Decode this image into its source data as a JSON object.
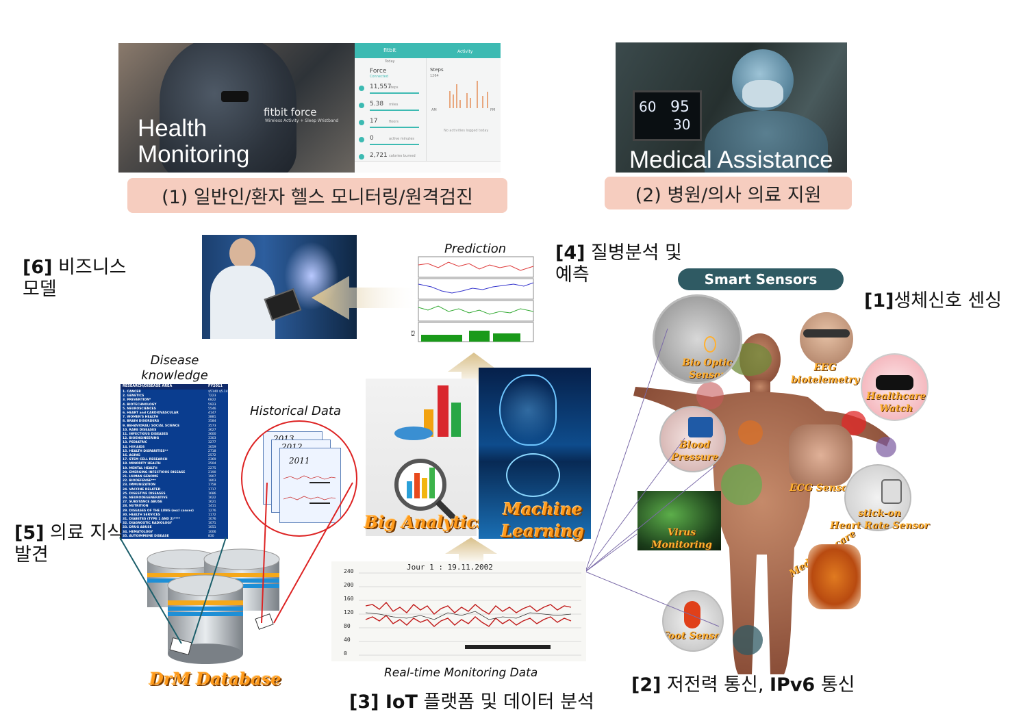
{
  "health_monitoring": {
    "caption": "Health\nMonitoring",
    "brand": "fitbit force",
    "brand_sub": "Wireless Activity + Sleep Wristband",
    "app": {
      "title": "fitbit",
      "tab_today": "Today",
      "tab_activity": "Activity",
      "device": "Force",
      "device_status": "Connected",
      "stats": [
        {
          "value": "11,557",
          "unit": "steps"
        },
        {
          "value": "5.38",
          "unit": "miles"
        },
        {
          "value": "17",
          "unit": "floors"
        },
        {
          "value": "0",
          "unit": "active minutes"
        },
        {
          "value": "2,721",
          "unit": "calories burned"
        }
      ],
      "steps_label": "Steps",
      "steps_value": "1264",
      "chart_am": "AM",
      "chart_pm": "PM",
      "no_activities": "No activities logged today"
    }
  },
  "medical_assistance": {
    "caption": "Medical Assistance",
    "monitor_values": [
      "60",
      "95",
      "30"
    ]
  },
  "pill_1": "(1) 일반인/환자  헬스 모니터링/원격검진",
  "pill_2": "(2) 병원/의사 의료 지원",
  "label_6": {
    "num": "[6]",
    "text": " 비즈니스\n모델"
  },
  "label_4": {
    "num": "[4]",
    "text": " 질병분석 및\n예측"
  },
  "label_1": {
    "num": "[1]",
    "text": "생체신호 센싱"
  },
  "label_5": {
    "num": "[5]",
    "text": " 의료 지식\n발견"
  },
  "label_2": {
    "num": "[2]",
    "text": " 저전력 통신, ",
    "bold2": "IPv6",
    "text2": " 통신"
  },
  "label_3": {
    "num": "[3] IoT",
    "text": " 플랫폼 및 데이터 분석"
  },
  "prediction": {
    "title": "Prediction",
    "ylabel": "K3"
  },
  "smart_sensors": "Smart Sensors",
  "disease_knowledge": {
    "title": "Disease\nknowledge",
    "header_left": "RESEARCH/DISEASE AREA",
    "header_right": "FY2011",
    "rows": [
      [
        "1. CANCER",
        "$5140 $5.14"
      ],
      [
        "2. GENETICS",
        "7223"
      ],
      [
        "3. PREVENTION*",
        "6822"
      ],
      [
        "4. BIOTECHNOLOGY",
        "5923"
      ],
      [
        "5. NEUROSCIENCES",
        "5546"
      ],
      [
        "6. HEART and CARDIOVASCULAR",
        "4147"
      ],
      [
        "7. WOMEN'S HEALTH",
        "3881"
      ],
      [
        "8. BRAIN DISORDERS",
        "3584"
      ],
      [
        "9. BEHAVIORAL/ SOCIAL SCIENCE",
        "3573"
      ],
      [
        "10. RARE DISEASES",
        "3627"
      ],
      [
        "11. INFECTIOUS DISEASES",
        "3600"
      ],
      [
        "12. BIOENGINEERING",
        "3303"
      ],
      [
        "13. PEDIATRIC",
        "3277"
      ],
      [
        "14. HIV/AIDS",
        "3059"
      ],
      [
        "15. HEALTH DISPARITIES**",
        "2718"
      ],
      [
        "16. AGING",
        "2572"
      ],
      [
        "17. STEM CELL RESEARCH",
        "2369"
      ],
      [
        "18. MINORITY HEALTH",
        "2504"
      ],
      [
        "19. MENTAL HEALTH",
        "2275"
      ],
      [
        "20. EMERGING INFECTIOUS DISEASE",
        "2190"
      ],
      [
        "21. HUMAN GENOME",
        "1907"
      ],
      [
        "22. BIODEFENSE***",
        "1803"
      ],
      [
        "23. IMMUNIZATION",
        "1758"
      ],
      [
        "24. VACCINE RELATED",
        "1717"
      ],
      [
        "25. DIGESTIVE DISEASES",
        "1686"
      ],
      [
        "26. NEURODEGENERATIVE",
        "1622"
      ],
      [
        "27. SUBSTANCE ABUSE",
        "1621"
      ],
      [
        "28. NUTRITION",
        "1411"
      ],
      [
        "29. DISEASES OF THE LUNG (excl cancer)",
        "1276"
      ],
      [
        "30. HEALTH SERVICES",
        "1172"
      ],
      [
        "31. DIABETES (TYPE 1 AND 2)****",
        "1076"
      ],
      [
        "32. DIAGNOSTIC RADIOLOGY",
        "1071"
      ],
      [
        "33. DRUG ABUSE",
        "1051"
      ],
      [
        "34. HEMATOLOGY",
        "1006"
      ],
      [
        "35. AUTOIMMUNE DISEASE",
        "830"
      ]
    ]
  },
  "historical": {
    "title": "Historical Data",
    "years": [
      "2013",
      "2012",
      "2011"
    ]
  },
  "database": "DrM Database",
  "big_analytics": "Big Analytics",
  "machine_learning": "Machine\nLearning",
  "realtime": {
    "caption": "Real-time Monitoring Data",
    "title": "Jour 1 : 19.11.2002",
    "y_ticks": [
      "240",
      "200",
      "160",
      "120",
      "80",
      "40",
      "0"
    ]
  },
  "sensors": {
    "bio_optic": "Bio Optic\nSensor",
    "eeg": "EEG\nbiotelemetry",
    "watch": "Healthcare\nWatch",
    "blood": "Blood\nPressure",
    "ecg": "ECG Sensor",
    "heart": "stick-on\nHeart Rate Sensor",
    "virus": "Virus\nMonitoring",
    "medicine": "Medicine-care",
    "foot": "Foot Sensor"
  },
  "colors": {
    "pill": "#f6cdbf",
    "sensors_badge": "#2f5a63",
    "accent_orange": "#ff9a1a",
    "arrow": "#d9c08a"
  }
}
